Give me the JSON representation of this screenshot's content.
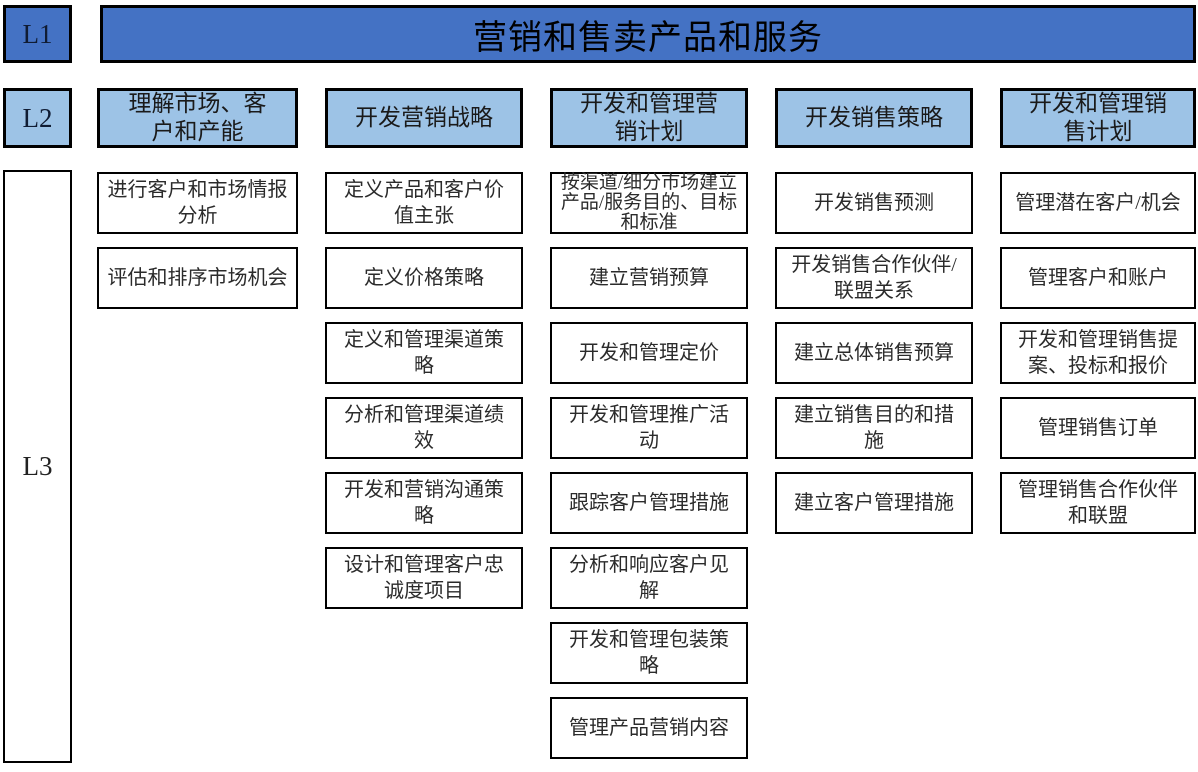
{
  "palette": {
    "level1_fill": "#4472C4",
    "level2_fill": "#9DC3E6",
    "item_fill": "#FFFFFF",
    "border": "#000000",
    "text": "#1A1A1A"
  },
  "levels": {
    "l1": "L1",
    "l2": "L2",
    "l3": "L3"
  },
  "title": "营销和售卖产品和服务",
  "columns": [
    {
      "header": "理解市场、客户和产能",
      "items": [
        "进行客户和市场情报分析",
        "评估和排序市场机会"
      ]
    },
    {
      "header": "开发营销战略",
      "items": [
        "定义产品和客户价值主张",
        "定义价格策略",
        "定义和管理渠道策略",
        "分析和管理渠道绩效",
        "开发和营销沟通策略",
        "设计和管理客户忠诚度项目"
      ]
    },
    {
      "header": "开发和管理营销计划",
      "items": [
        "按渠道/细分市场建立产品/服务目的、目标和标准",
        "建立营销预算",
        "开发和管理定价",
        "开发和管理推广活动",
        "跟踪客户管理措施",
        "分析和响应客户见解",
        "开发和管理包装策略",
        "管理产品营销内容"
      ]
    },
    {
      "header": "开发销售策略",
      "items": [
        "开发销售预测",
        "开发销售合作伙伴/联盟关系",
        "建立总体销售预算",
        "建立销售目的和措施",
        "建立客户管理措施"
      ]
    },
    {
      "header": "开发和管理销售计划",
      "items": [
        "管理潜在客户/机会",
        "管理客户和账户",
        "开发和管理销售提案、投标和报价",
        "管理销售订单",
        "管理销售合作伙伴和联盟"
      ]
    }
  ]
}
